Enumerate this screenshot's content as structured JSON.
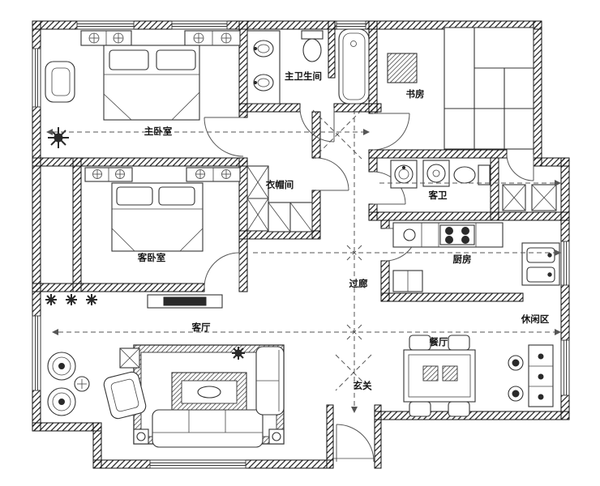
{
  "floor_plan": {
    "rooms": {
      "master_bedroom": {
        "label": "主卧室"
      },
      "master_bathroom": {
        "label": "主卫生间"
      },
      "study": {
        "label": "书房"
      },
      "guest_bedroom": {
        "label": "客卧室"
      },
      "cloakroom": {
        "label": "衣帽间"
      },
      "guest_bathroom": {
        "label": "客卫"
      },
      "kitchen": {
        "label": "厨房"
      },
      "corridor": {
        "label": "过廊"
      },
      "living_room": {
        "label": "客厅"
      },
      "dining_room": {
        "label": "餐厅"
      },
      "foyer": {
        "label": "玄关"
      },
      "leisure_area": {
        "label": "休闲区"
      }
    },
    "colors": {
      "wall": "#1c1c1c",
      "line": "#333333",
      "dashed_path": "#555555",
      "background": "#ffffff",
      "label_text": "#161616"
    }
  }
}
